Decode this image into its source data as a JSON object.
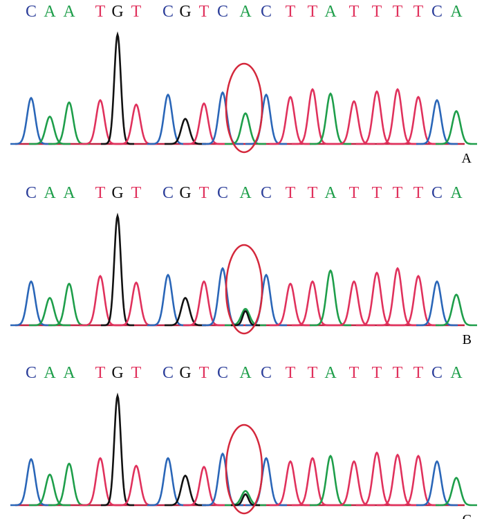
{
  "colors": {
    "A": "#1e9e4a",
    "C": "#2d3f9a",
    "G": "#111111",
    "T": "#e0315c",
    "trace_C": "#2a66b8",
    "circle": "#d4283c",
    "baseline": "#c02040"
  },
  "chart_data": {
    "type": "line",
    "title": "",
    "panels": [
      {
        "label": "A",
        "sequence": [
          "C",
          "A",
          "A",
          "T",
          "G",
          "T",
          "C",
          "G",
          "T",
          "C",
          "A",
          "C",
          "T",
          "T",
          "A",
          "T",
          "T",
          "T",
          "T",
          "C",
          "A"
        ],
        "peak_heights": [
          0.42,
          0.25,
          0.38,
          0.4,
          1.0,
          0.36,
          0.45,
          0.23,
          0.37,
          0.47,
          0.28,
          0.45,
          0.43,
          0.5,
          0.46,
          0.39,
          0.48,
          0.5,
          0.43,
          0.4,
          0.3
        ],
        "secondary_peak": null,
        "circled_index": 10
      },
      {
        "label": "B",
        "sequence": [
          "C",
          "A",
          "A",
          "T",
          "G",
          "T",
          "C",
          "G",
          "T",
          "C",
          "A",
          "C",
          "T",
          "T",
          "A",
          "T",
          "T",
          "T",
          "T",
          "C",
          "A"
        ],
        "peak_heights": [
          0.4,
          0.25,
          0.38,
          0.45,
          1.0,
          0.39,
          0.46,
          0.25,
          0.4,
          0.52,
          0.15,
          0.46,
          0.38,
          0.4,
          0.5,
          0.4,
          0.48,
          0.52,
          0.45,
          0.4,
          0.28
        ],
        "secondary_peak": {
          "base": "G",
          "index": 10,
          "height": 0.13
        },
        "circled_index": 10
      },
      {
        "label": "C",
        "sequence": [
          "C",
          "A",
          "A",
          "T",
          "G",
          "T",
          "C",
          "G",
          "T",
          "C",
          "A",
          "C",
          "T",
          "T",
          "A",
          "T",
          "T",
          "T",
          "T",
          "C",
          "A"
        ],
        "peak_heights": [
          0.42,
          0.28,
          0.38,
          0.43,
          1.0,
          0.36,
          0.43,
          0.27,
          0.35,
          0.47,
          0.13,
          0.43,
          0.4,
          0.43,
          0.45,
          0.4,
          0.48,
          0.46,
          0.45,
          0.4,
          0.25
        ],
        "secondary_peak": {
          "base": "G",
          "index": 10,
          "height": 0.1
        },
        "circled_index": 10
      }
    ]
  }
}
